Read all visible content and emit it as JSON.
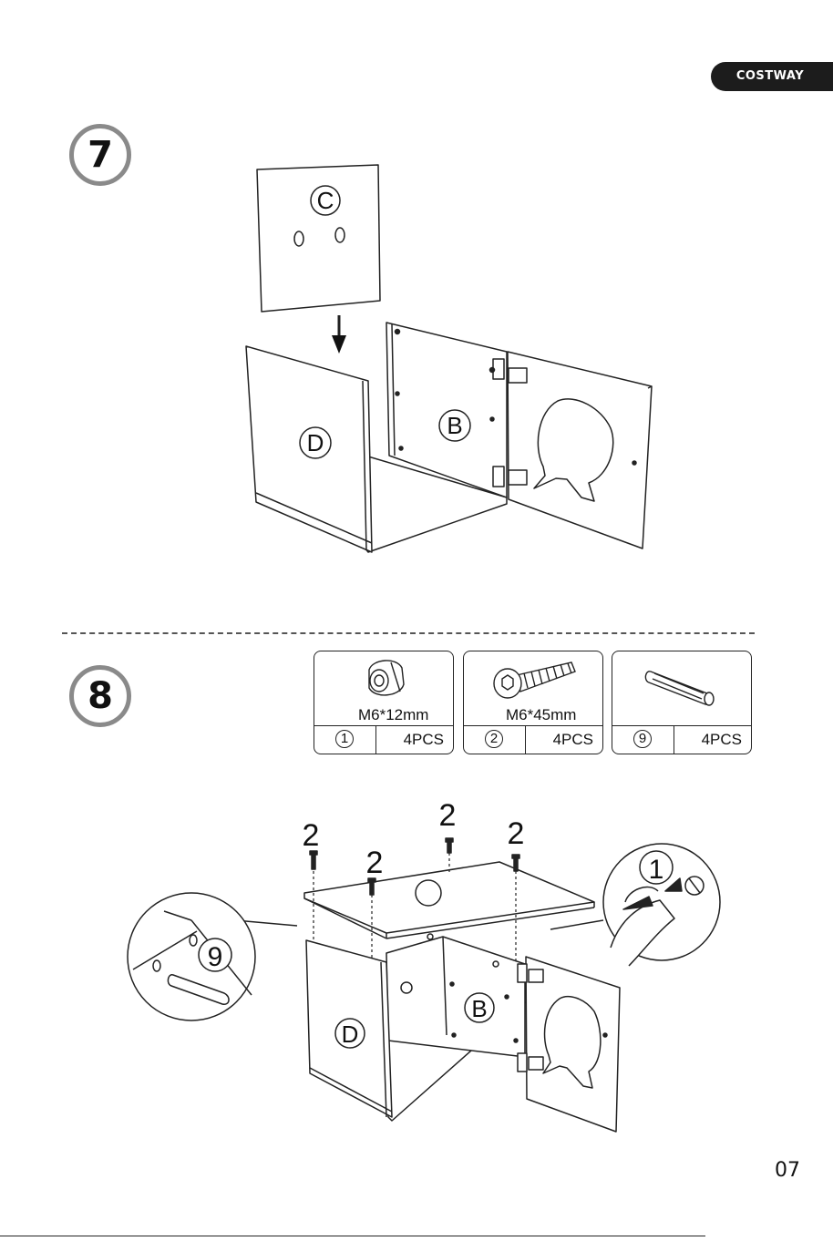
{
  "brand": "COSTWAY",
  "steps": [
    {
      "number": "7",
      "labels": {
        "panel_c": "C",
        "panel_d": "D",
        "panel_b": "B"
      }
    },
    {
      "number": "8",
      "hardware": [
        {
          "id": "1",
          "size": "M6*12mm",
          "qty": "4PCS",
          "icon": "cam-lock-nut-icon"
        },
        {
          "id": "2",
          "size": "M6*45mm",
          "qty": "4PCS",
          "icon": "hex-bolt-icon"
        },
        {
          "id": "9",
          "size": "",
          "qty": "4PCS",
          "icon": "wood-dowel-icon"
        }
      ],
      "callouts": {
        "bolt": "2",
        "cam": "1",
        "dowel": "9"
      },
      "labels": {
        "panel_d": "D",
        "panel_b": "B"
      }
    }
  ],
  "page_number": "07"
}
